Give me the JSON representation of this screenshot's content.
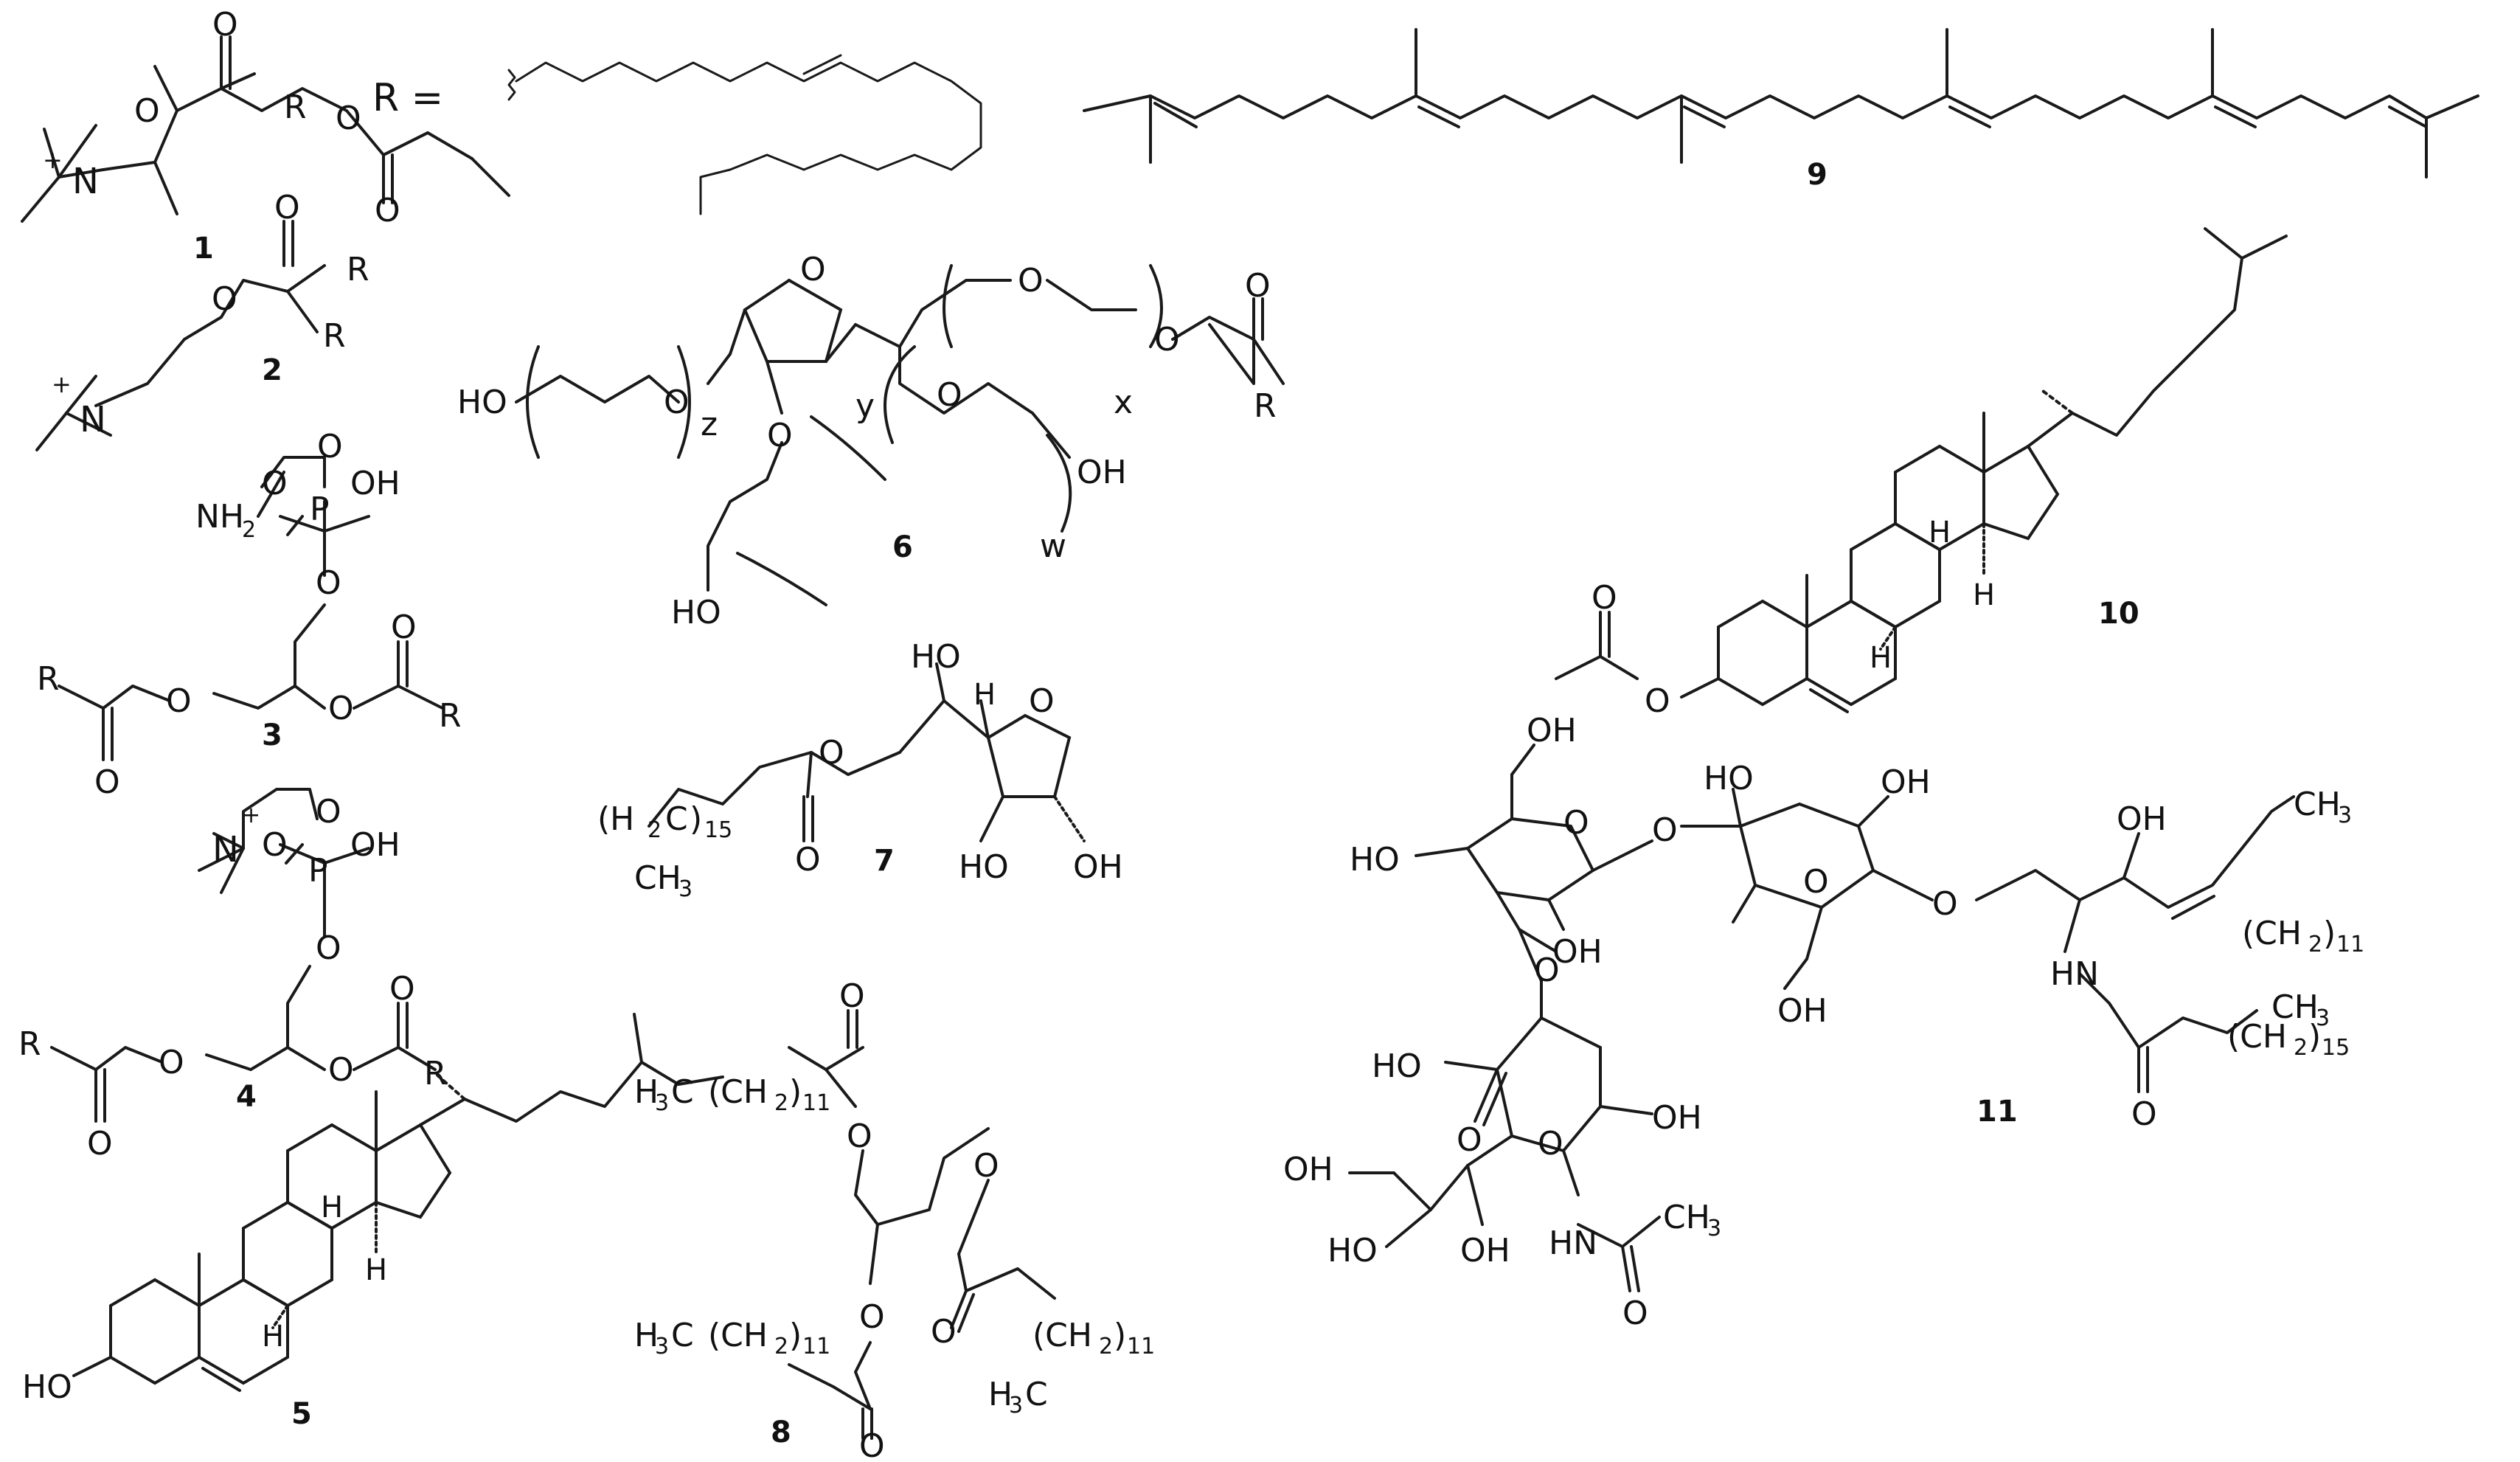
{
  "structures": [
    {
      "id": "1",
      "label": "1"
    },
    {
      "id": "2",
      "label": "2"
    },
    {
      "id": "3",
      "label": "3"
    },
    {
      "id": "4",
      "label": "4"
    },
    {
      "id": "5",
      "label": "5"
    },
    {
      "id": "6",
      "label": "6"
    },
    {
      "id": "7",
      "label": "7"
    },
    {
      "id": "8",
      "label": "8"
    },
    {
      "id": "9",
      "label": "9"
    },
    {
      "id": "10",
      "label": "10"
    },
    {
      "id": "11",
      "label": "11"
    }
  ],
  "r_definition": "R =",
  "atom_labels": {
    "O": "O",
    "R": "R",
    "N": "N",
    "N_plus": "N",
    "plus": "+",
    "P": "P",
    "OH": "OH",
    "HO": "HO",
    "NH2": "NH",
    "sub2": "2",
    "H": "H",
    "HN": "HN",
    "CH3": "CH",
    "sub3": "3",
    "H3C": "H",
    "C": "C",
    "H2C": "(H",
    "CH2": "(CH",
    "paren_close": ")",
    "sub11": "11",
    "sub15": "15"
  },
  "repeat_indices": {
    "z": "z",
    "y": "y",
    "x": "x",
    "w": "w"
  }
}
